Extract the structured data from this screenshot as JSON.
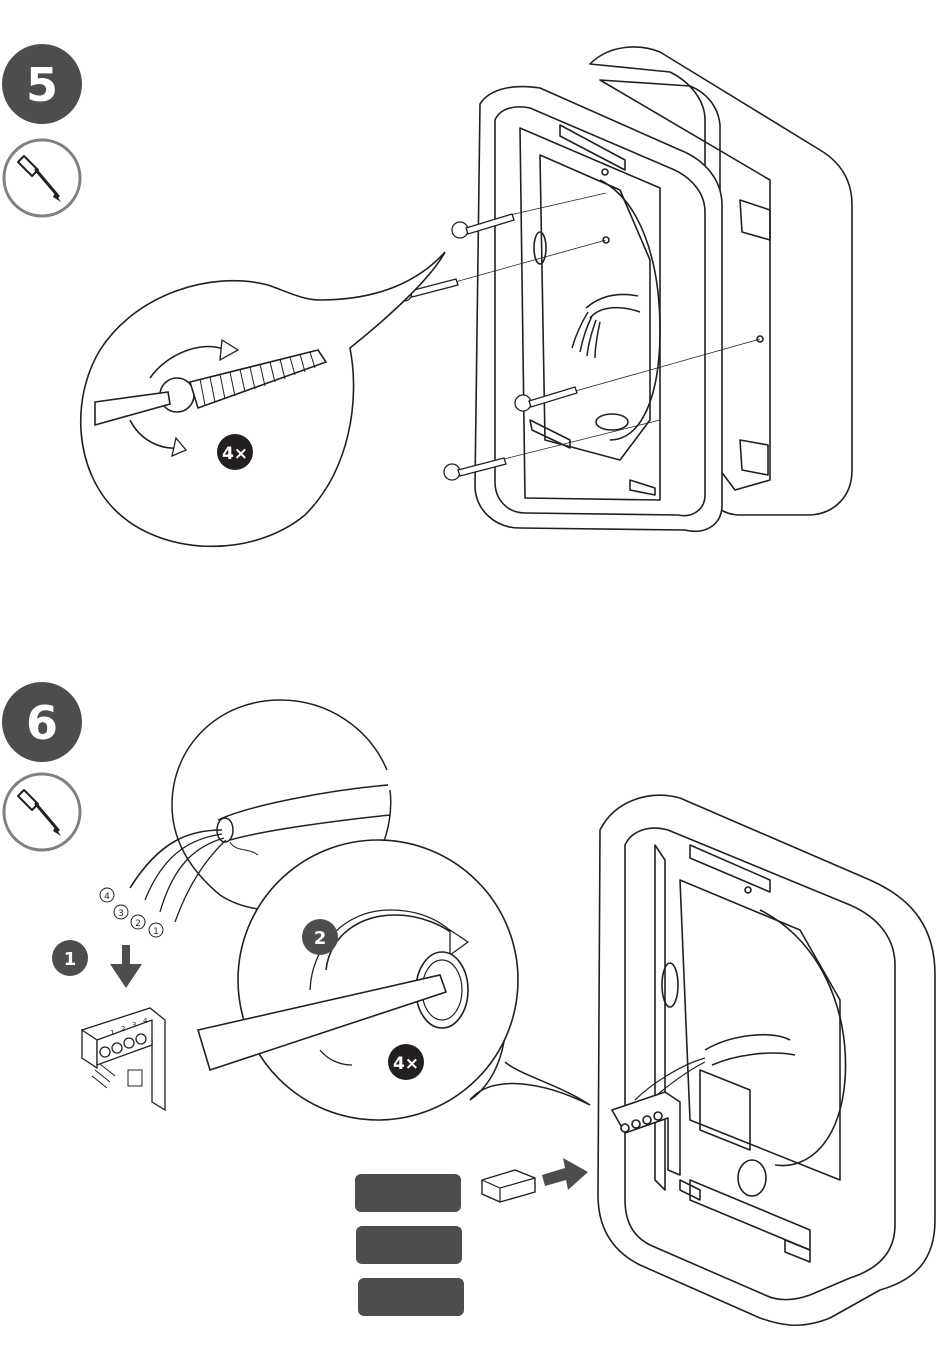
{
  "steps": [
    {
      "number": "5",
      "tool": "screwdriver-icon",
      "badge": "4×"
    },
    {
      "number": "6",
      "tool": "screwdriver-icon",
      "badge": "4×",
      "sub_step_1": "1",
      "sub_step_2": "2"
    }
  ],
  "wire_labels": [
    "4",
    "3",
    "2",
    "1"
  ],
  "terminal_numbers": [
    "1",
    "2",
    "3",
    "4"
  ],
  "colors": {
    "ink": "#231f20",
    "badge": "#4d4d4d",
    "button": "#4d4d4d",
    "ring": "#808080"
  }
}
